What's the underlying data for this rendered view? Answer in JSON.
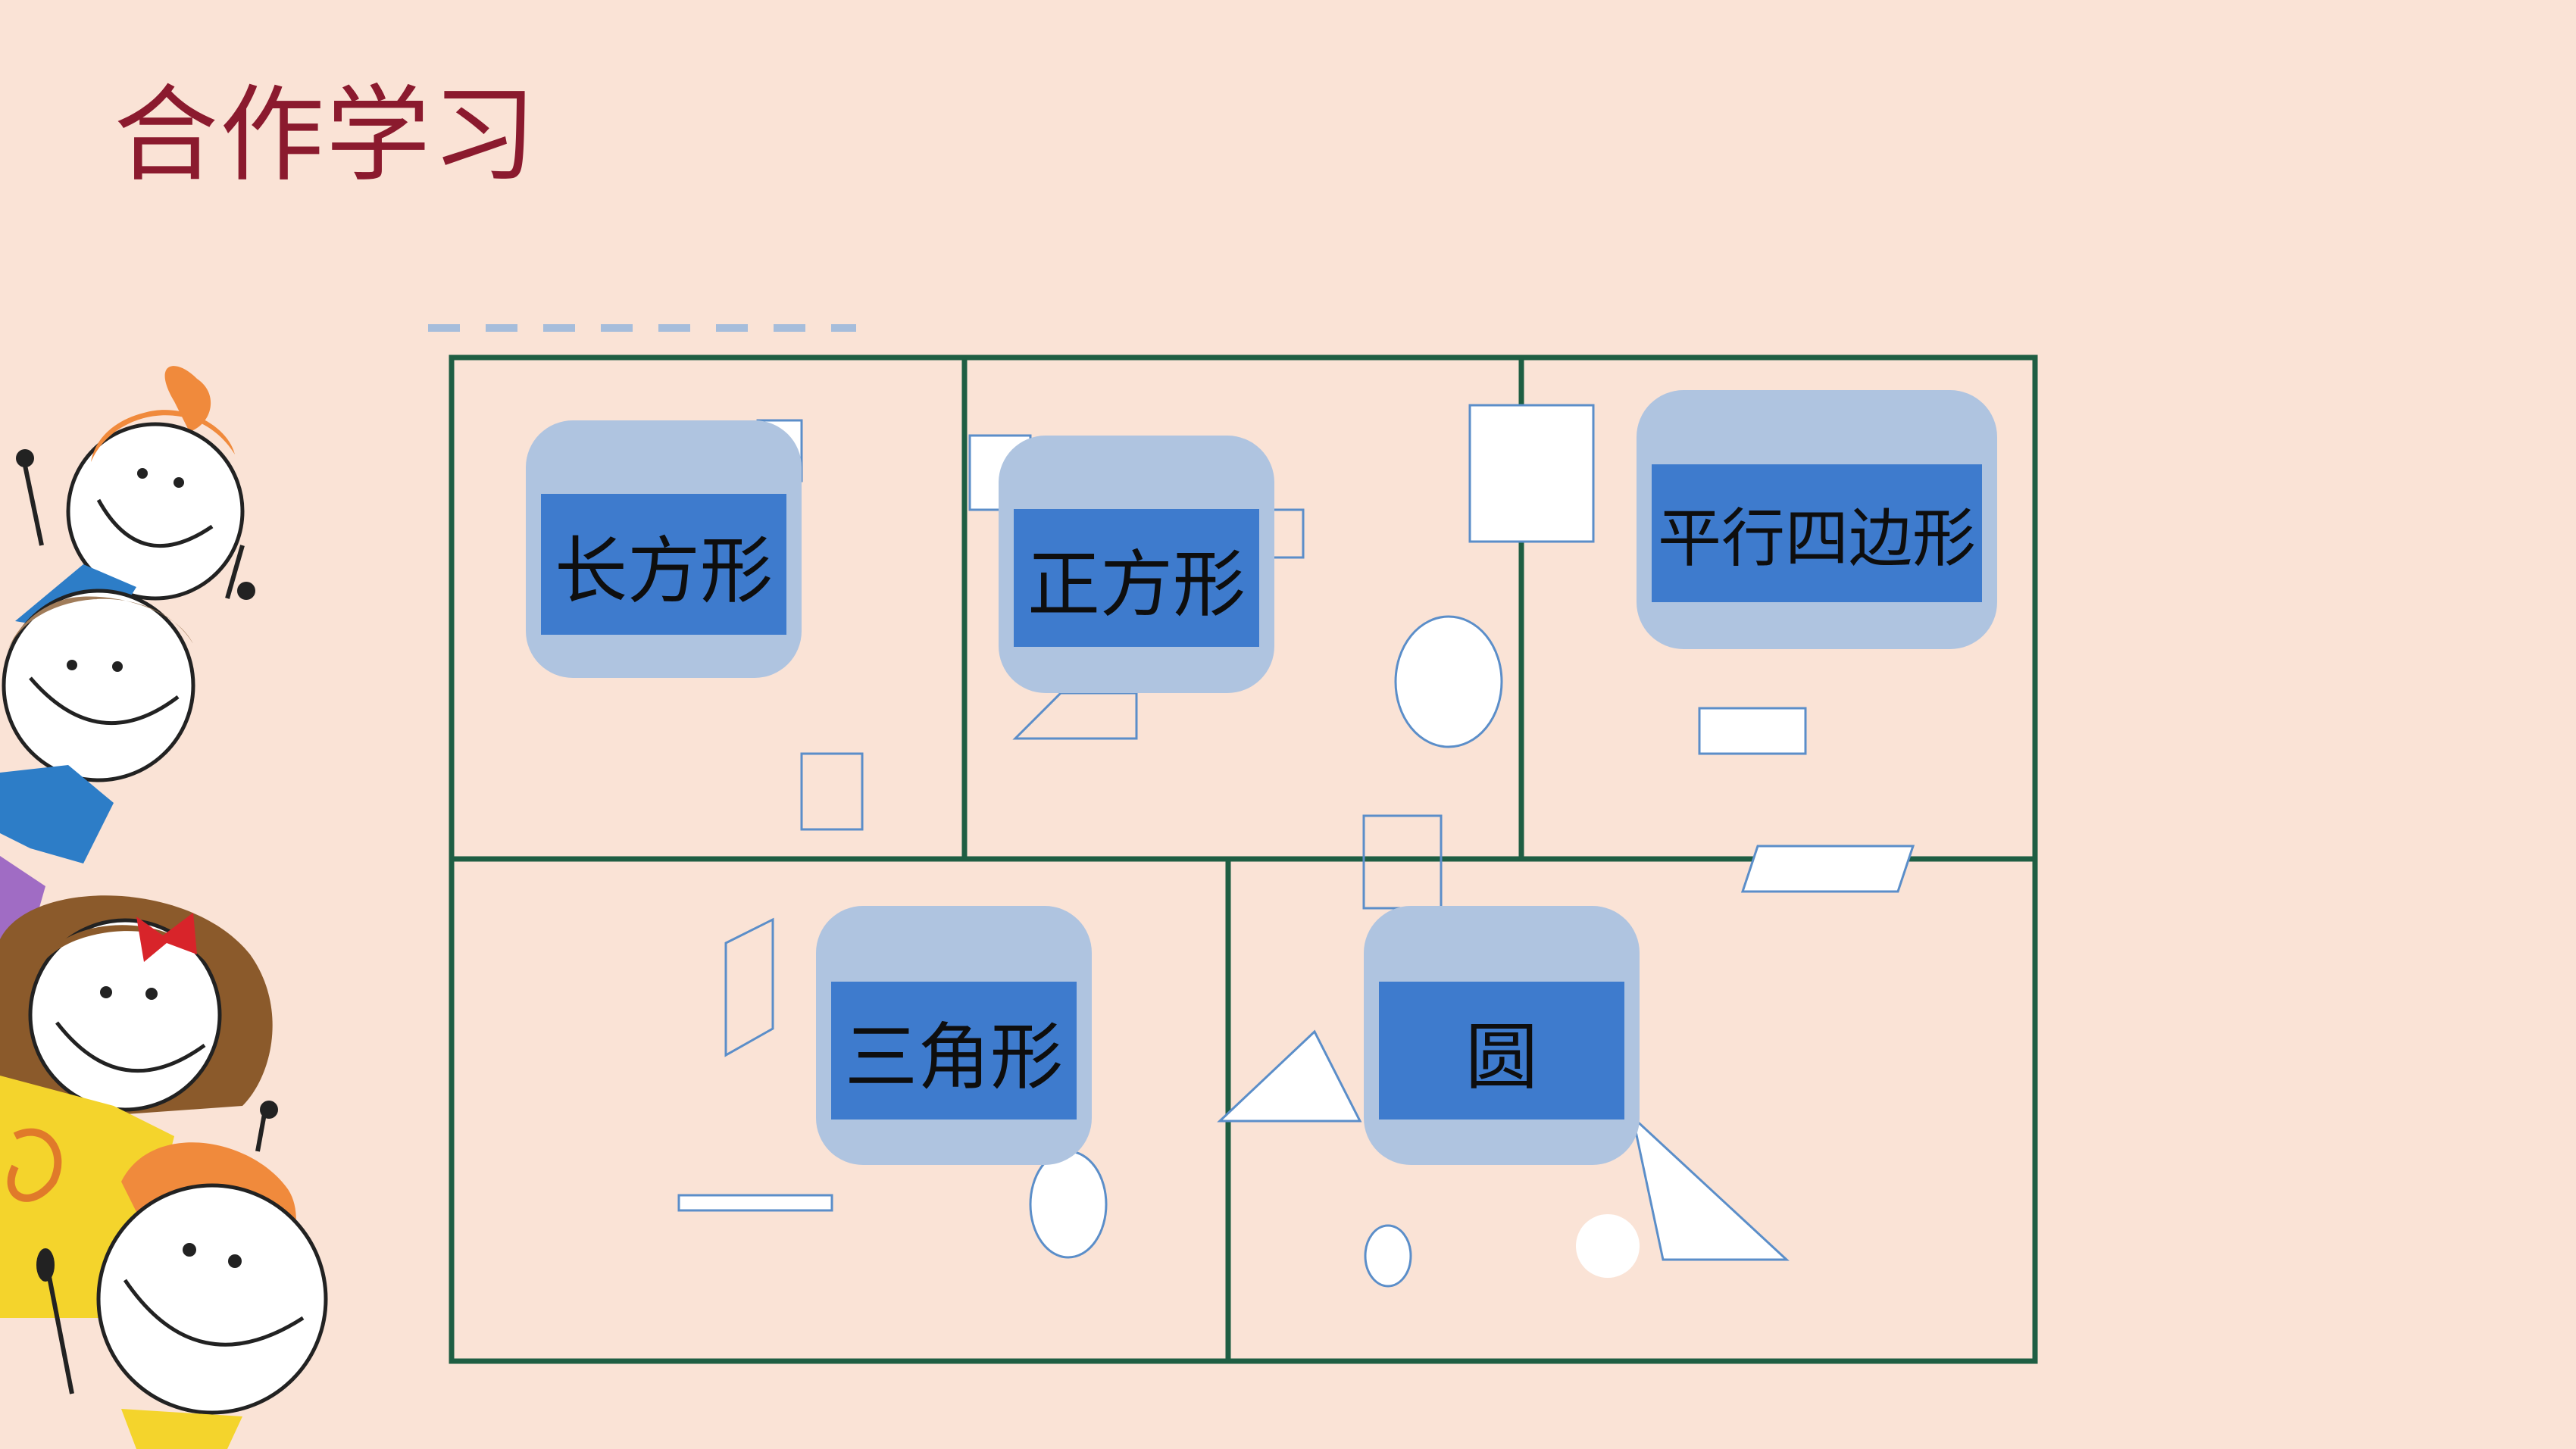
{
  "slide": {
    "title": "合作学习",
    "categories": [
      {
        "label": "长方形"
      },
      {
        "label": "正方形"
      },
      {
        "label": "平行四边形"
      },
      {
        "label": "三角形"
      },
      {
        "label": "圆"
      }
    ]
  },
  "colors": {
    "background": "#FAE3D6",
    "title": "#8B1A2E",
    "grid_lines": "#1E5E43",
    "tag_outer": "#AFC4E0",
    "tag_inner": "#3E7BCD",
    "shape_stroke": "#5B8EC9",
    "dashed_line": "#A6BDDB"
  },
  "decoration": {
    "illustration": "cartoon-children-stack"
  }
}
